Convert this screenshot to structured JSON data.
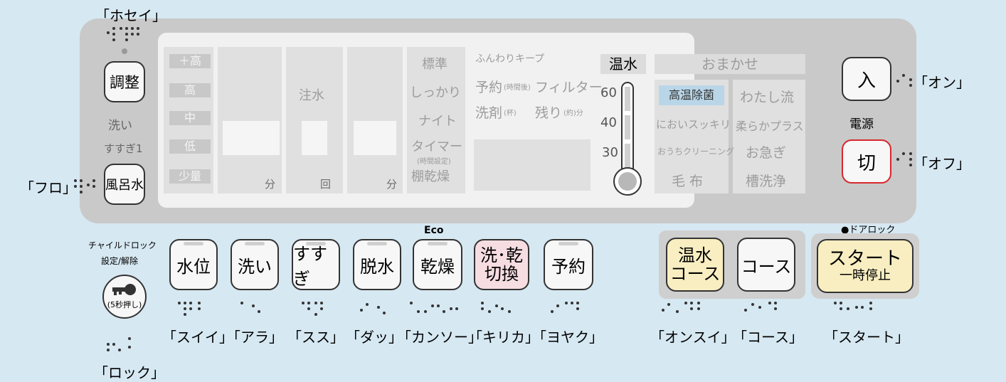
{
  "colors": {
    "background": "#d6e8f2",
    "panel": "#c9c9c9",
    "display": "#f1f1f1",
    "power_off_ring": "#d9262c",
    "start_button": "#f8eec1",
    "dry_switch": "#f6dde2"
  },
  "left": {
    "hosei_label": "「ホセイ」",
    "adjust_button": "調整",
    "wash_text": "洗い",
    "rinse_text": "すすぎ1",
    "bath_button": "風呂水",
    "furo_label": "「フロ」"
  },
  "display": {
    "levels": [
      "＋高",
      "高",
      "中",
      "低",
      "少量"
    ],
    "water_inject": "注水",
    "unit_min": "分",
    "unit_times": "回",
    "modes": [
      "標準",
      "しっかり",
      "ナイト",
      "タイマー",
      "(時間設定)",
      "棚乾燥"
    ],
    "funwari": "ふんわりキープ",
    "reserve": "予約",
    "reserve_sub": "(時間後)",
    "filter": "フィルター",
    "detergent": "洗剤",
    "detergent_sub": "(杯)",
    "remaining": "残り",
    "remaining_sub": "(約)分",
    "hot_water": "温水",
    "temps": [
      "60",
      "40",
      "30"
    ],
    "omakase": "おまかせ",
    "options": [
      "高温除菌",
      "わたし流",
      "においスッキリ",
      "柔らかプラス",
      "おうちクリーニング",
      "お急ぎ",
      "毛 布",
      "槽洗浄"
    ]
  },
  "power": {
    "on_button": "入",
    "on_label": "「オン」",
    "power_label": "電源",
    "off_button": "切",
    "off_label": "「オフ」"
  },
  "lower": {
    "child_lock": "チャイルドロック",
    "child_lock_sub": "設定/解除",
    "key_sub": "(5秒押し)",
    "lock_label": "「ロック」",
    "eco_label": "Eco",
    "door_lock": "●ドアロック",
    "buttons": [
      {
        "label": "水位",
        "braille": "「スイイ」"
      },
      {
        "label": "洗い",
        "braille": "「アラ」"
      },
      {
        "label": "すすぎ",
        "braille": "「スス」"
      },
      {
        "label": "脱水",
        "braille": "「ダッ」"
      },
      {
        "label": "乾燥",
        "braille": "「カンソー」"
      },
      {
        "label": "洗･乾",
        "label2": "切換",
        "braille": "「キリカ」"
      },
      {
        "label": "予約",
        "braille": "「ヨヤク」"
      },
      {
        "label": "温水",
        "label2": "コース",
        "braille": "「オンスイ」"
      },
      {
        "label": "コース",
        "braille": "「コース」"
      },
      {
        "label": "スタート",
        "label2": "一時停止",
        "braille": "「スタート」"
      }
    ]
  }
}
